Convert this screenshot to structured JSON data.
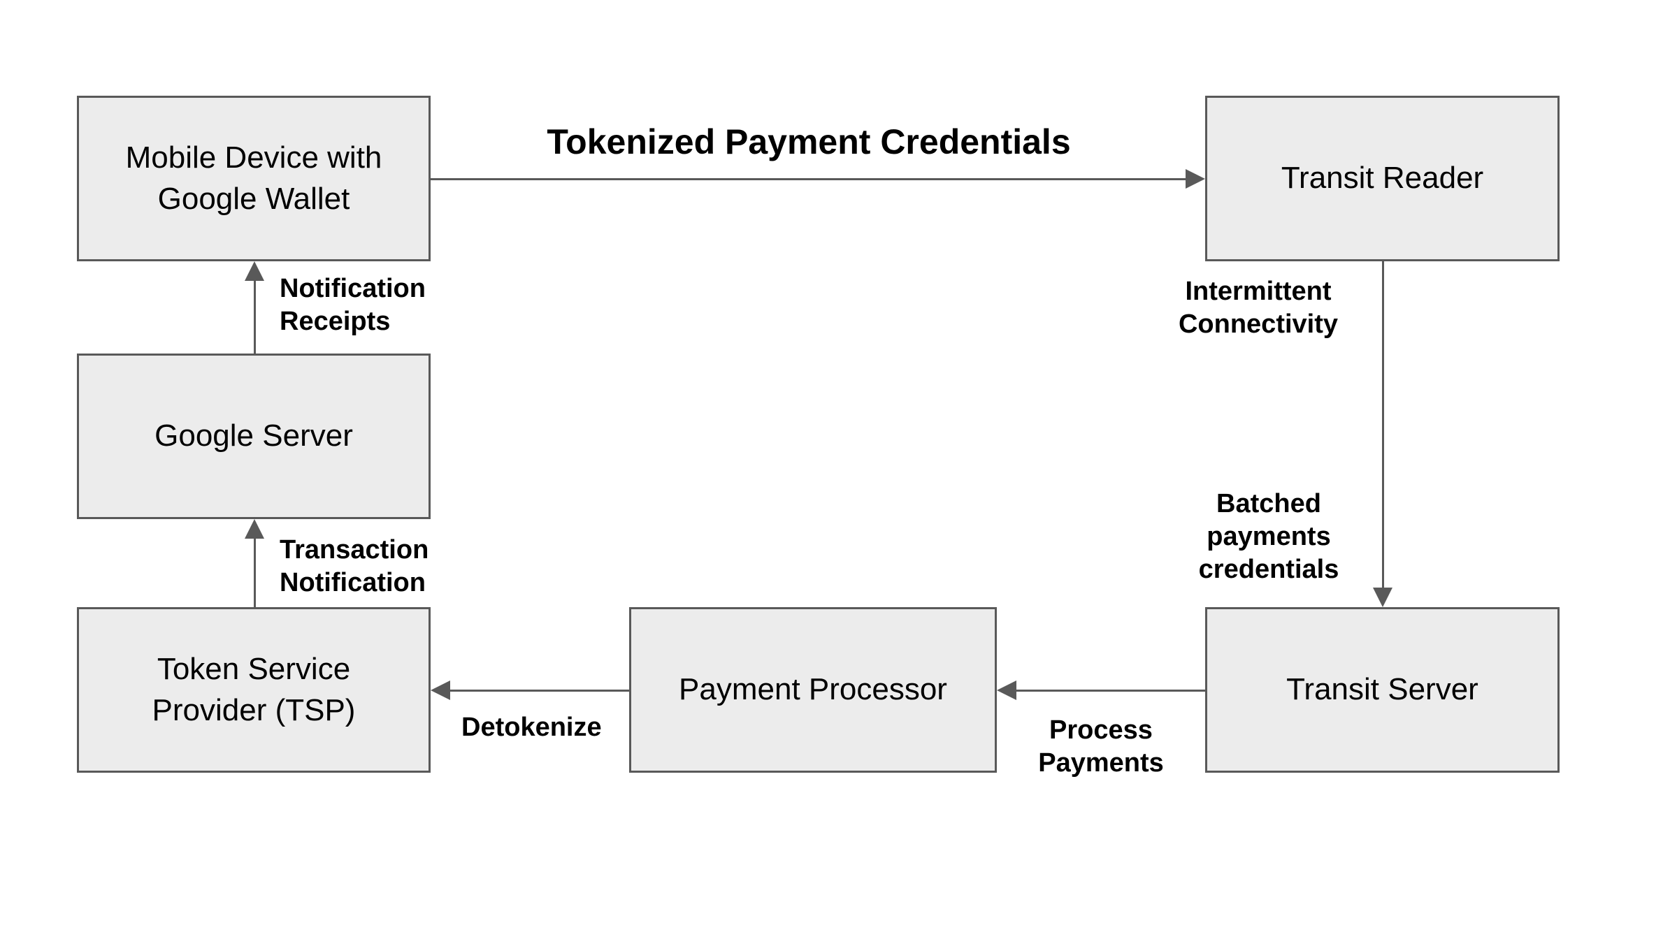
{
  "colors": {
    "node_fill": "#ececec",
    "node_border": "#595959",
    "arrow": "#595959",
    "text": "#000000",
    "background": "#ffffff"
  },
  "nodes": {
    "mobile_device": {
      "label": "Mobile Device with\nGoogle Wallet"
    },
    "transit_reader": {
      "label": "Transit Reader"
    },
    "google_server": {
      "label": "Google Server"
    },
    "token_service_provider": {
      "label": "Token Service\nProvider (TSP)"
    },
    "payment_processor": {
      "label": "Payment Processor"
    },
    "transit_server": {
      "label": "Transit Server"
    }
  },
  "edges": {
    "tokenized_payment_credentials": {
      "label": "Tokenized Payment Credentials"
    },
    "intermittent_connectivity": {
      "label": "Intermittent\nConnectivity"
    },
    "batched_payments_credentials": {
      "label": "Batched\npayments\ncredentials"
    },
    "process_payments": {
      "label": "Process\nPayments"
    },
    "detokenize": {
      "label": "Detokenize"
    },
    "transaction_notification": {
      "label": "Transaction\nNotification"
    },
    "notification_receipts": {
      "label": "Notification\nReceipts"
    }
  }
}
